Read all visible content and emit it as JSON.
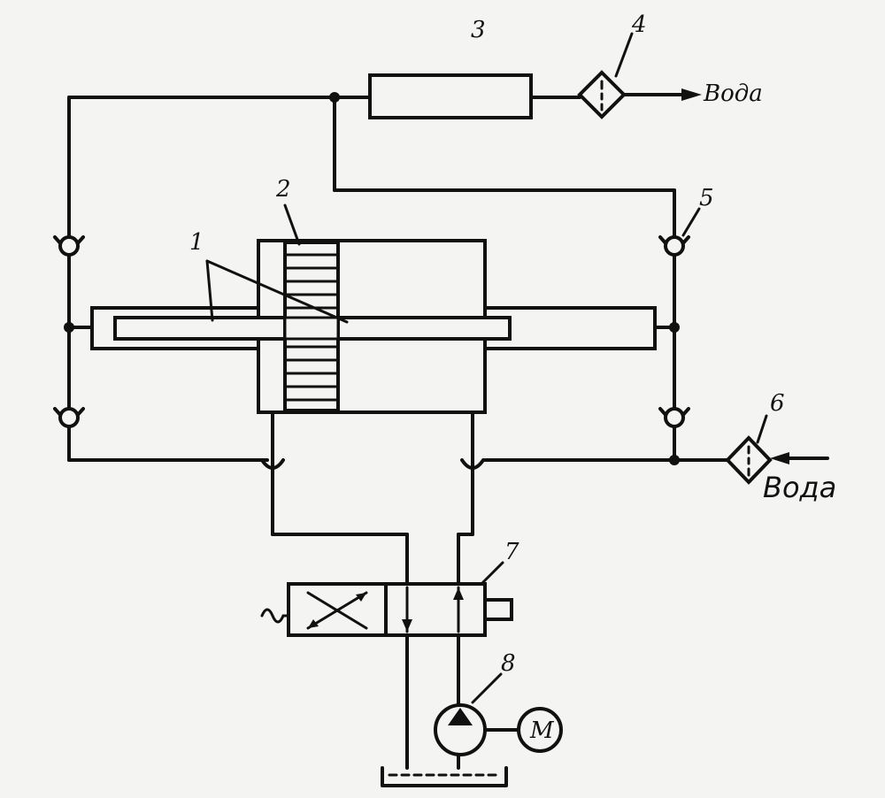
{
  "labels": {
    "l1": "1",
    "l2": "2",
    "l3": "3",
    "l4": "4",
    "l5": "5",
    "l6": "6",
    "l7": "7",
    "l8": "8",
    "motor": "M"
  },
  "outlet": {
    "text": "Вода"
  },
  "inlet": {
    "text": "Вода"
  }
}
